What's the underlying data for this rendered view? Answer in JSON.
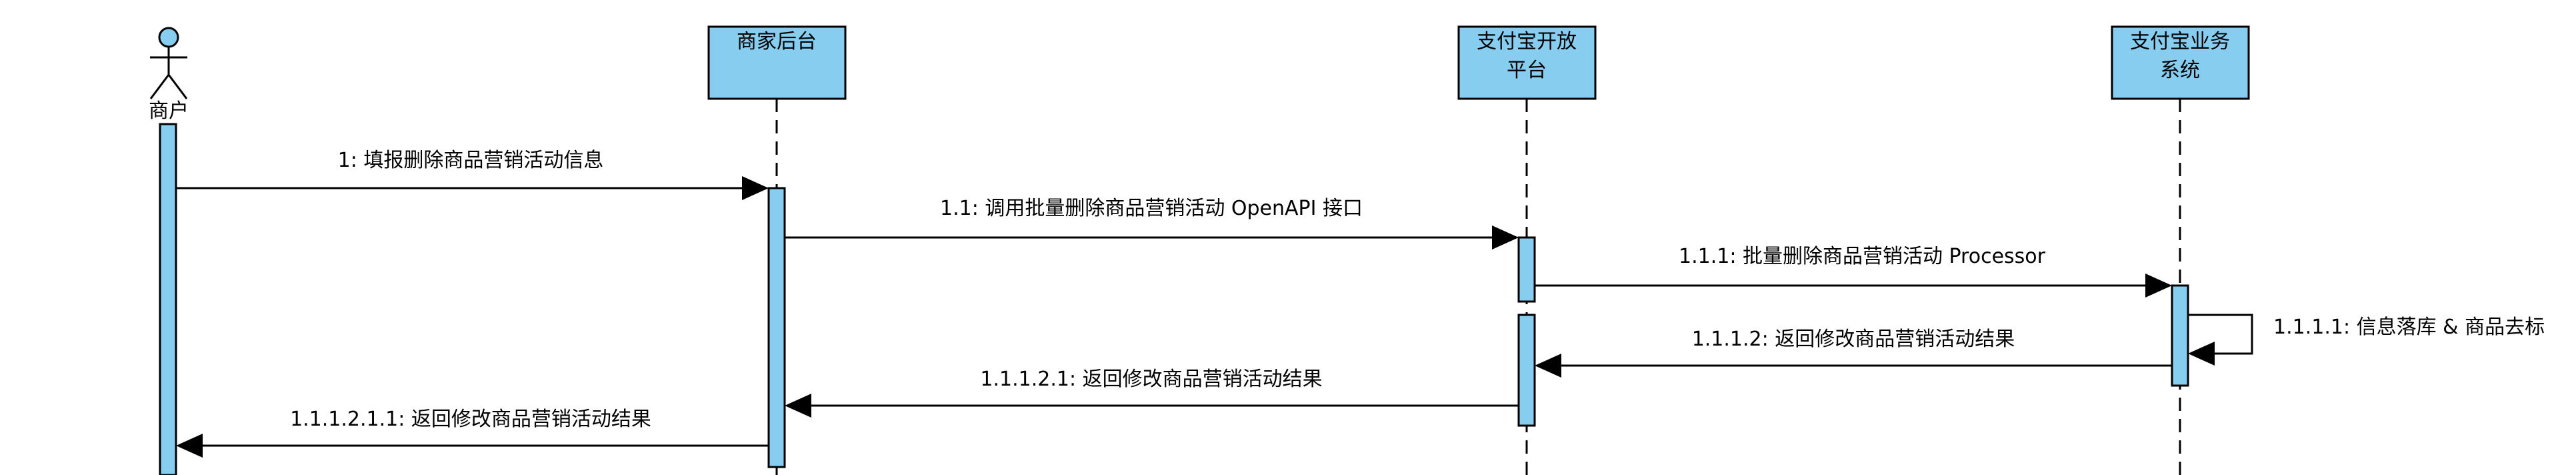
{
  "actor": {
    "label": "商户"
  },
  "participants": [
    {
      "label_lines": [
        "商家后台"
      ]
    },
    {
      "label_lines": [
        "支付宝开放",
        "平台"
      ]
    },
    {
      "label_lines": [
        "支付宝业务",
        "系统"
      ]
    }
  ],
  "messages": [
    {
      "label": "1: 填报删除商品营销活动信息"
    },
    {
      "label": "1.1: 调用批量删除商品营销活动 OpenAPI 接口"
    },
    {
      "label": "1.1.1: 批量删除商品营销活动 Processor"
    },
    {
      "label": "1.1.1.1: 信息落库 & 商品去标"
    },
    {
      "label": "1.1.1.2: 返回修改商品营销活动结果"
    },
    {
      "label": "1.1.1.2.1: 返回修改商品营销活动结果"
    },
    {
      "label": "1.1.1.2.1.1: 返回修改商品营销活动结果"
    }
  ],
  "colors": {
    "box_fill": "#87cdf0",
    "stroke": "#000000",
    "background": "#ffffff"
  }
}
